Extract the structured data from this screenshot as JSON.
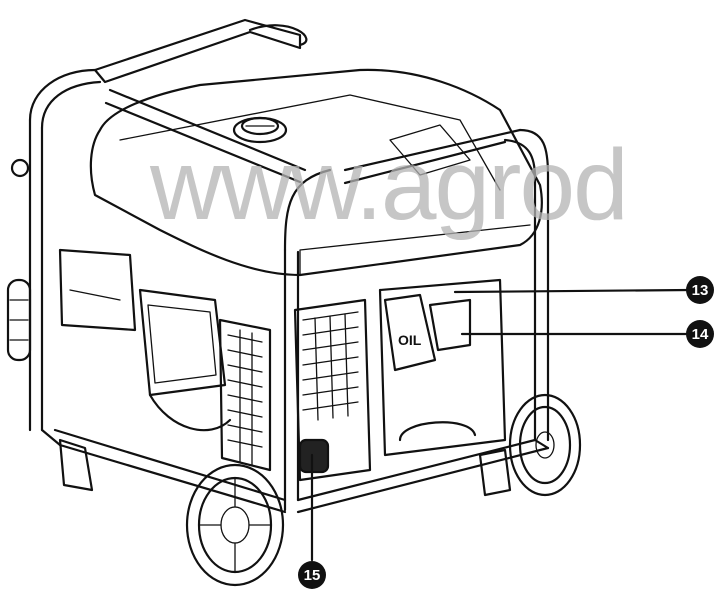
{
  "watermark": "www.agrod",
  "oil_cap_label": "OIL",
  "callouts": [
    {
      "number": "13"
    },
    {
      "number": "14"
    },
    {
      "number": "15"
    }
  ]
}
